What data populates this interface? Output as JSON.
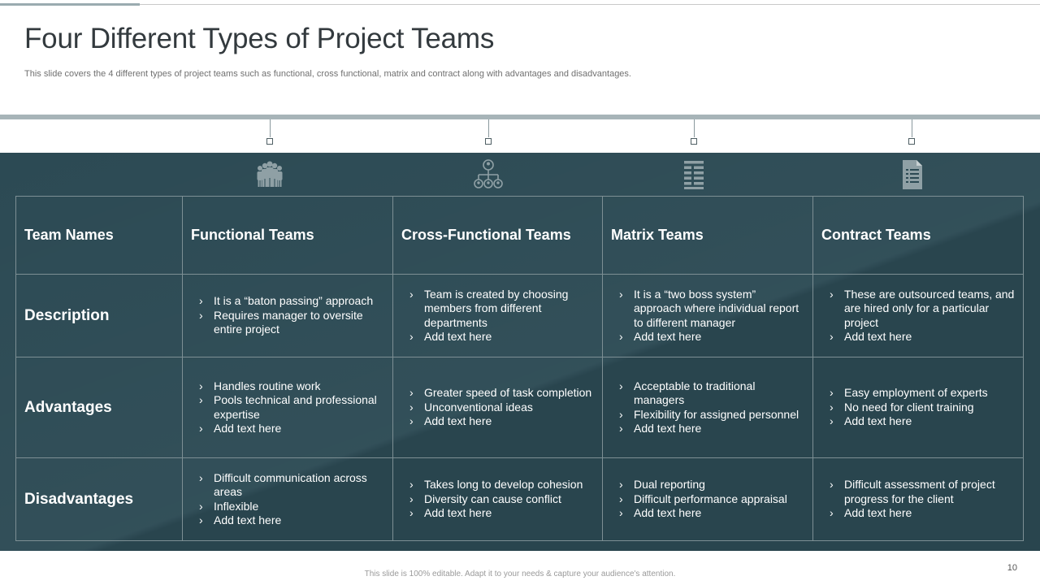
{
  "slide": {
    "title": "Four Different Types of Project Teams",
    "subtitle": "This slide covers the 4 different types of project teams such as functional, cross functional, matrix and contract along with advantages and disadvantages.",
    "footer": "This slide is 100% editable. Adapt it to your needs & capture your audience's attention.",
    "page_number": "10"
  },
  "icons": [
    "team-group-icon",
    "org-chart-icon",
    "matrix-list-icon",
    "contract-document-icon"
  ],
  "colors": {
    "panel": "#2c4a54",
    "border": "#7d8f94",
    "text": "#ffffff",
    "band": "#a7b4b8"
  },
  "table": {
    "headers": [
      "Team Names",
      "Functional Teams",
      "Cross-Functional Teams",
      "Matrix Teams",
      "Contract Teams"
    ],
    "rows": [
      {
        "label": "Description",
        "cells": [
          [
            "It is a “baton passing” approach",
            "Requires manager to oversite entire project"
          ],
          [
            "Team is created by choosing members from different departments",
            "Add text here"
          ],
          [
            "It is a “two boss system” approach where individual report to different manager",
            "Add text here"
          ],
          [
            "These are outsourced teams, and are hired only for a particular project",
            "Add text here"
          ]
        ]
      },
      {
        "label": "Advantages",
        "cells": [
          [
            "Handles routine work",
            "Pools technical and professional expertise",
            "Add text here"
          ],
          [
            "Greater speed of task completion",
            "Unconventional ideas",
            "Add text here"
          ],
          [
            "Acceptable to traditional managers",
            "Flexibility for assigned personnel",
            "Add text here"
          ],
          [
            "Easy employment of experts",
            "No need for client training",
            "Add text here"
          ]
        ]
      },
      {
        "label": "Disadvantages",
        "cells": [
          [
            "Difficult communication across areas",
            "Inflexible",
            "Add text here"
          ],
          [
            "Takes long to develop cohesion",
            "Diversity can cause conflict",
            "Add text here"
          ],
          [
            "Dual reporting",
            "Difficult performance appraisal",
            "Add text here"
          ],
          [
            "Difficult assessment of project progress for the client",
            "Add text here"
          ]
        ]
      }
    ]
  }
}
